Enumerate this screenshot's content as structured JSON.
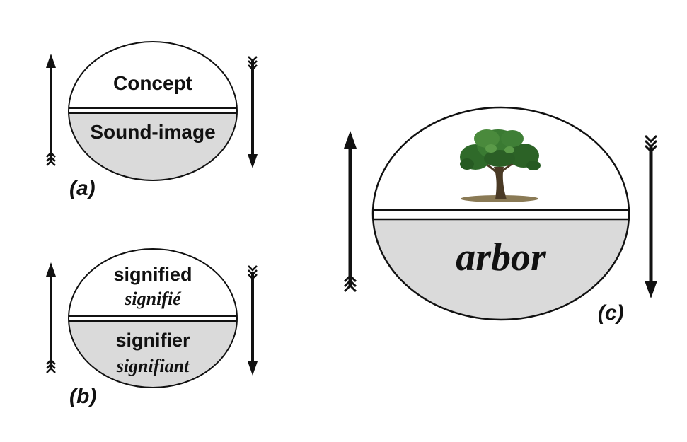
{
  "colors": {
    "upper_fill": "#ffffff",
    "lower_fill": "#dadada",
    "stroke": "#111111"
  },
  "diagrams": {
    "a": {
      "caption": "(a)",
      "top_text": "Concept",
      "bottom_text": "Sound-image"
    },
    "b": {
      "caption": "(b)",
      "top_text": "signified",
      "top_subtext": "signifié",
      "bottom_text": "signifier",
      "bottom_subtext": "signifiant"
    },
    "c": {
      "caption": "(c)",
      "top_icon": "tree-icon",
      "bottom_text": "arbor"
    }
  }
}
